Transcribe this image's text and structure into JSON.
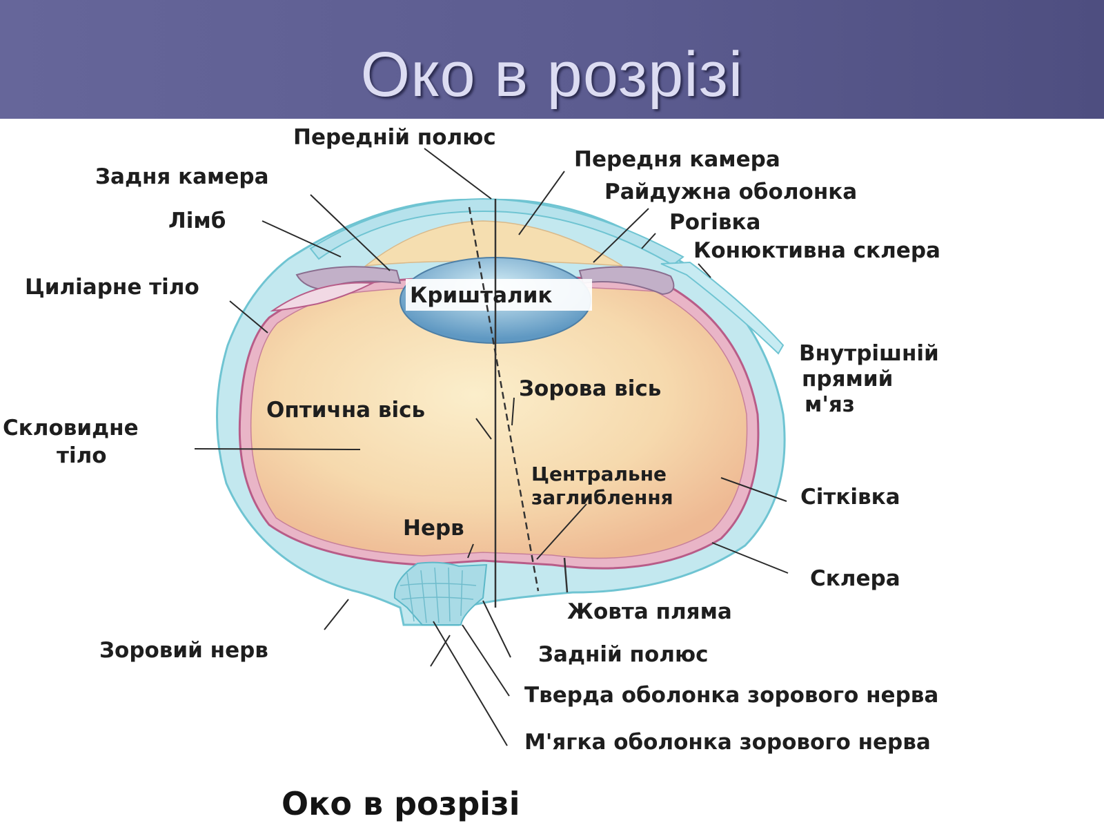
{
  "slide": {
    "title": "Око в розрізі"
  },
  "diagram": {
    "labels": {
      "anterior_pole": "Передній полюс",
      "anterior_chamber": "Передня камера",
      "posterior_chamber": "Задня камера",
      "iris": "Райдужна оболонка",
      "limbus": "Лімб",
      "cornea": "Рогівка",
      "conjunctival_sclera": "Конюктивна склера",
      "ciliary_body": "Циліарне тіло",
      "lens": "Кришталик",
      "medial_rectus_line1": "Внутрішній",
      "medial_rectus_line2": "прямий",
      "medial_rectus_line3": "м'яз",
      "visual_axis": "Зорова вісь",
      "optic_axis": "Оптична вісь",
      "vitreous_line1": "Скловидне",
      "vitreous_line2": "тіло",
      "fovea_line1": "Центральне",
      "fovea_line2": "заглиблення",
      "retina": "Сітківка",
      "nerve": "Нерв",
      "sclera": "Склера",
      "macula": "Жовта пляма",
      "optic_nerve": "Зоровий нерв",
      "posterior_pole": "Задній полюс",
      "dura_sheath": "Тверда оболонка зорового нерва",
      "pia_sheath": "М'ягка оболонка зорового  нерва"
    },
    "caption": "Око в розрізі",
    "colors": {
      "header": "#5f5f93",
      "title_text": "#dcdcf2",
      "sclera": "#bde6ee",
      "vitreous": "#f6dcb2",
      "retina": "#c8739a",
      "lens": "#7fb2d2"
    }
  }
}
